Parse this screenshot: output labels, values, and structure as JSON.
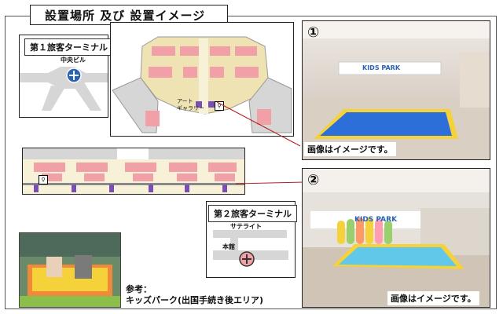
{
  "page_title": "設置場所 及び 設置イメージ",
  "terminal1": {
    "label": "第１旅客ターミナル",
    "central_building": "中央ビル",
    "art_gallery": "アート\nギャラリー"
  },
  "terminal2": {
    "label": "第２旅客ターミナル",
    "satellite": "サテライト",
    "main_building": "本館"
  },
  "photo1": {
    "number": "①",
    "sign_text": "KIDS PARK",
    "caption": "画像はイメージです。"
  },
  "photo2": {
    "number": "②",
    "sign_text": "KIDS PARK",
    "caption": "画像はイメージです。"
  },
  "reference": {
    "heading": "参考：",
    "text": "キッズパーク(出国手続き後エリア)"
  },
  "colors": {
    "map_pink": "#f2a0a8",
    "map_tan": "#efe3b4",
    "map_gray": "#d6d6d6",
    "marker_blue": "#2a63b5",
    "mat_blue": "#2d6fd8",
    "mat_yellow": "#f5d23a",
    "callout_line": "#b02020"
  }
}
